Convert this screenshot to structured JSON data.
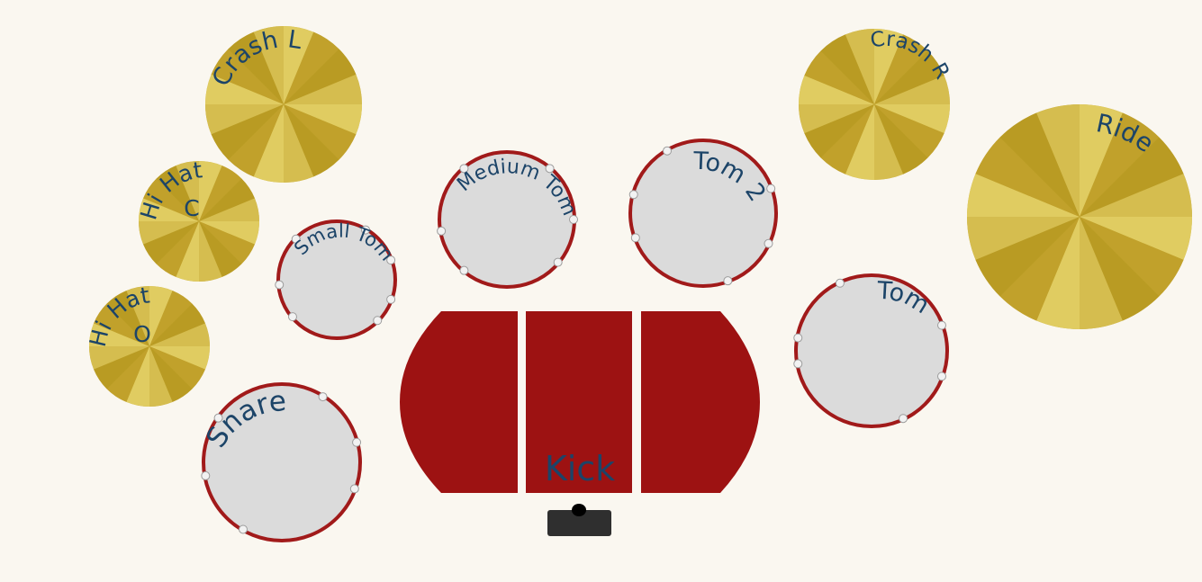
{
  "kit": {
    "background": "#faf7f0",
    "label_color": "#1c4468",
    "rim_color": "#a11a1a",
    "head_color": "#dbdbdb",
    "kick_color": "#9d1212",
    "pedal_color": "#2f2f2f",
    "cymbal_colors": [
      "#e5d36b",
      "#c1a12b",
      "#b79a22",
      "#d8c256"
    ]
  },
  "cymbals": [
    {
      "id": "crash-l",
      "label": "Crash L"
    },
    {
      "id": "hi-hat-c",
      "label": "Hi Hat",
      "label2": "C"
    },
    {
      "id": "hi-hat-o",
      "label": "Hi Hat",
      "label2": "O"
    },
    {
      "id": "crash-r",
      "label": "Crash R"
    },
    {
      "id": "ride",
      "label": "Ride"
    }
  ],
  "drums": [
    {
      "id": "small-tom",
      "label": "Small Tom"
    },
    {
      "id": "medium-tom",
      "label": "Medium Tom"
    },
    {
      "id": "tom-2",
      "label": "Tom 2"
    },
    {
      "id": "tom",
      "label": "Tom"
    },
    {
      "id": "snare",
      "label": "Snare"
    }
  ],
  "kick": {
    "label": "Kick"
  }
}
